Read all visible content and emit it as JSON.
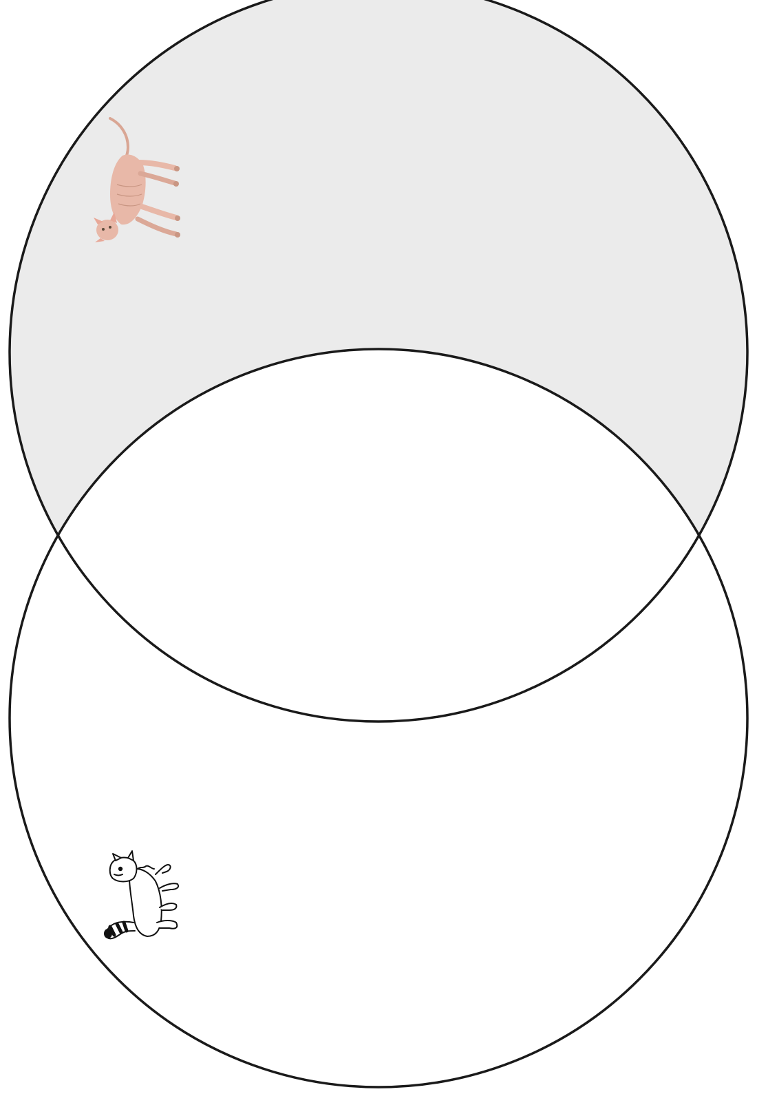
{
  "diagram": {
    "type": "venn",
    "circles": [
      {
        "id": "top",
        "fill": "#ebebeb",
        "marker_icon": "hairless-cat-photo-icon"
      },
      {
        "id": "bottom",
        "fill": "#ffffff",
        "marker_icon": "striped-tail-cat-outline-icon"
      }
    ],
    "overlap_fill": "#ffffff",
    "stroke_color": "#1a1a1a",
    "background": "#ffffff",
    "cat_skin_color": "#e8b8a8",
    "cat_outline_color": "#111111"
  }
}
